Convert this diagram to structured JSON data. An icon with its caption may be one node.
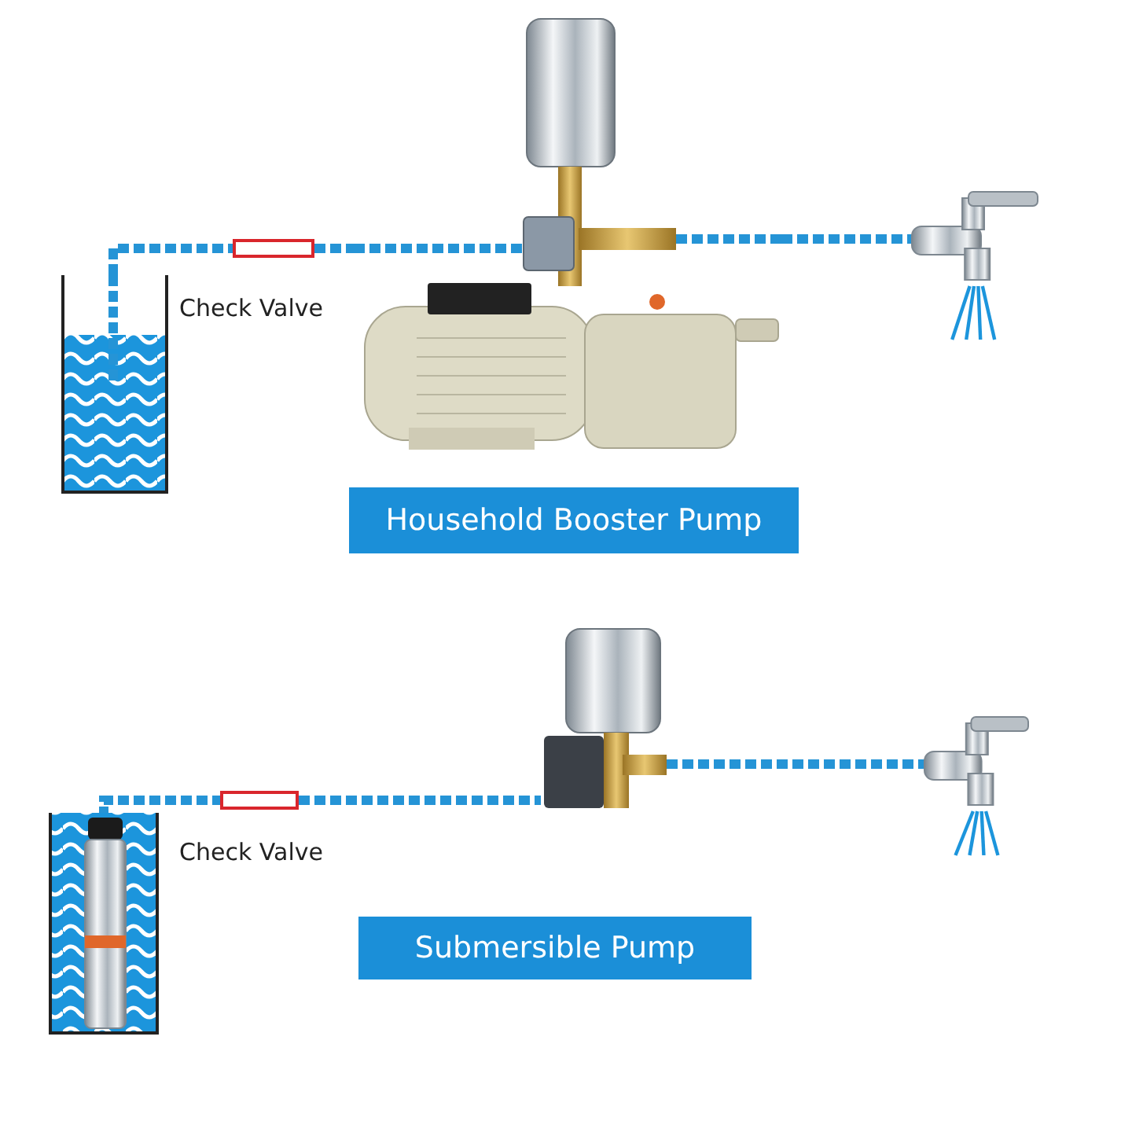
{
  "diagram": {
    "nodes": [
      {
        "text": [],
        "shape": "box"
      },
      {
        "text": [],
        "shape": "bar"
      },
      {
        "text": [],
        "shape": "picture"
      },
      {
        "text": [],
        "shape": "picture"
      },
      {
        "text": [
          "Household Booster Pump"
        ]
      },
      {
        "text": [],
        "shape": "box"
      },
      {
        "text": [],
        "shape": "picture",
        "in": 5
      },
      {
        "text": [],
        "shape": "bar"
      },
      {
        "text": [],
        "shape": "picture"
      },
      {
        "text": [],
        "shape": "picture"
      },
      {
        "text": [
          "Submersible Pump"
        ]
      }
    ],
    "labels": [
      "Check Valve",
      "Check Valve"
    ],
    "edges": [
      {
        "from": 0,
        "to": 1,
        "arrow": "none"
      },
      {
        "from": 1,
        "to": 2,
        "arrow": "none"
      },
      {
        "from": 2,
        "to": 3,
        "arrow": "none"
      },
      {
        "from": 6,
        "to": 7,
        "arrow": "none"
      },
      {
        "from": 7,
        "to": 8,
        "arrow": "none"
      },
      {
        "from": 8,
        "to": 9,
        "arrow": "none"
      }
    ]
  }
}
